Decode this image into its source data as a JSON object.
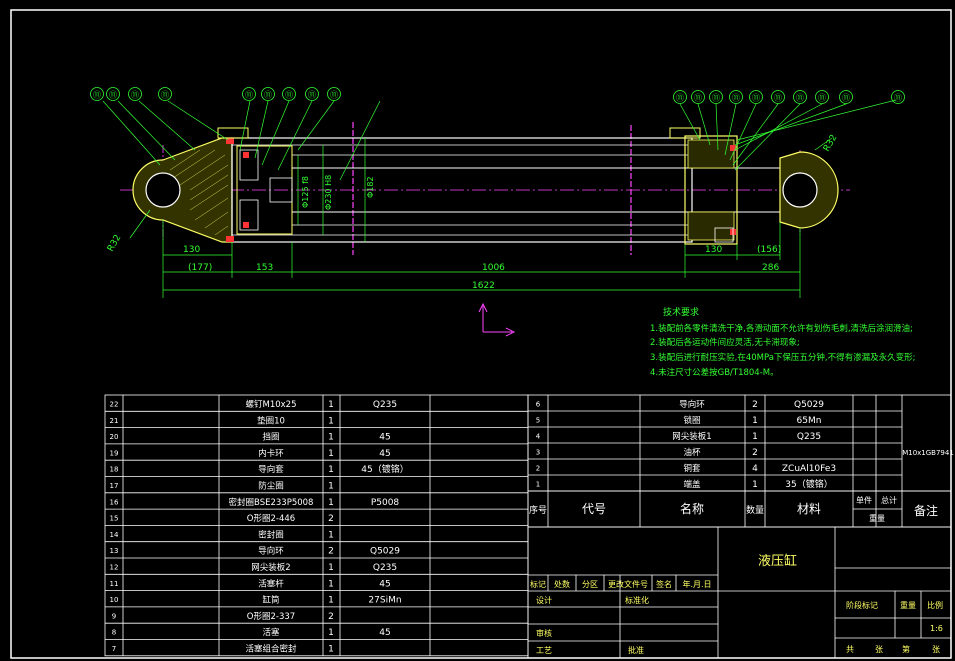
{
  "balloons_left": [
    "⑪",
    "⑪",
    "⑪",
    "⑪",
    "⑪",
    "⑪",
    "⑪",
    "⑪",
    "⑪"
  ],
  "balloons_right": [
    "⑪",
    "⑪",
    "⑪",
    "⑪",
    "⑪",
    "⑪",
    "⑪",
    "⑪",
    "⑪",
    "⑪"
  ],
  "dims": {
    "d_r_left": "R32",
    "d_r_right": "R32",
    "d130_left": "130",
    "d177": "(177)",
    "d153": "153",
    "d1006": "1006",
    "d130_right": "130",
    "d156": "(156)",
    "d286": "286",
    "d1622": "1622",
    "d_phi125": "Φ125 f8",
    "d_phi230": "Φ230 H8",
    "d_phi182": "Φ182"
  },
  "tech_req": {
    "title": "技术要求",
    "lines": [
      "1.装配前各零件清洗干净,各滑动面不允许有划伤毛刺,清洗后涂润滑油;",
      "2.装配后各运动件间应灵活,无卡滞现象;",
      "3.装配后进行耐压实验,在40MPa下保压五分钟,不得有渗漏及永久变形;",
      "4.未注尺寸公差按GB/T1804-M。"
    ]
  },
  "bom_left": [
    {
      "no": "22",
      "name": "螺钉M10x25",
      "qty": "1",
      "mat": "Q235"
    },
    {
      "no": "21",
      "name": "垫圈10",
      "qty": "1",
      "mat": ""
    },
    {
      "no": "20",
      "name": "挡圈",
      "qty": "1",
      "mat": "45"
    },
    {
      "no": "19",
      "name": "内卡环",
      "qty": "1",
      "mat": "45"
    },
    {
      "no": "18",
      "name": "导向套",
      "qty": "1",
      "mat": "45（镀铬）"
    },
    {
      "no": "17",
      "name": "防尘圈",
      "qty": "1",
      "mat": ""
    },
    {
      "no": "16",
      "name": "密封圈BSE233P5008",
      "qty": "1",
      "mat": "P5008"
    },
    {
      "no": "15",
      "name": "O形圈2-446",
      "qty": "2",
      "mat": ""
    },
    {
      "no": "14",
      "name": "密封圈",
      "qty": "1",
      "mat": ""
    },
    {
      "no": "13",
      "name": "导向环",
      "qty": "2",
      "mat": "Q5029"
    },
    {
      "no": "12",
      "name": "网尖装板2",
      "qty": "1",
      "mat": "Q235"
    },
    {
      "no": "11",
      "name": "活塞杆",
      "qty": "1",
      "mat": "45"
    },
    {
      "no": "10",
      "name": "缸筒",
      "qty": "1",
      "mat": "27SiMn"
    },
    {
      "no": "9",
      "name": "O形圈2-337",
      "qty": "2",
      "mat": ""
    },
    {
      "no": "8",
      "name": "活塞",
      "qty": "1",
      "mat": "45"
    },
    {
      "no": "7",
      "name": "活塞组合密封",
      "qty": "1",
      "mat": ""
    }
  ],
  "bom_right": [
    {
      "no": "6",
      "name": "导向环",
      "qty": "2",
      "mat": "Q5029"
    },
    {
      "no": "5",
      "name": "锁圈",
      "qty": "1",
      "mat": "65Mn"
    },
    {
      "no": "4",
      "name": "网尖装板1",
      "qty": "1",
      "mat": "Q235"
    },
    {
      "no": "3",
      "name": "油杯",
      "qty": "2",
      "mat": ""
    },
    {
      "no": "2",
      "name": "铜套",
      "qty": "4",
      "mat": "ZCuAl10Fe3"
    },
    {
      "no": "1",
      "name": "端盖",
      "qty": "1",
      "mat": "35（镀铬）"
    }
  ],
  "bom_side": "M10x1GB7941",
  "bom_header": {
    "no": "序号",
    "code": "代号",
    "name": "名称",
    "qty": "数量",
    "mat": "材料",
    "single": "单件",
    "total": "总计",
    "weight": "重量",
    "remark": "备注"
  },
  "title_block": {
    "part_name": "液压缸",
    "rev_headers": [
      "标记",
      "处数",
      "分区",
      "更改文件号",
      "签名",
      "年.月.日"
    ],
    "design": "设计",
    "standard": "标准化",
    "review": "审核",
    "process": "工艺",
    "approve": "批准",
    "stage": "阶段标记",
    "weight": "重量",
    "ratio": "比例",
    "scale": "1:6",
    "sheets": [
      "共",
      "张",
      "第",
      "张"
    ]
  },
  "colors": {
    "outline": "#ffffff",
    "part": "#ffff66",
    "annot": "#33ff33",
    "axis": "#ff44ff",
    "hatch": "#ff3333"
  }
}
